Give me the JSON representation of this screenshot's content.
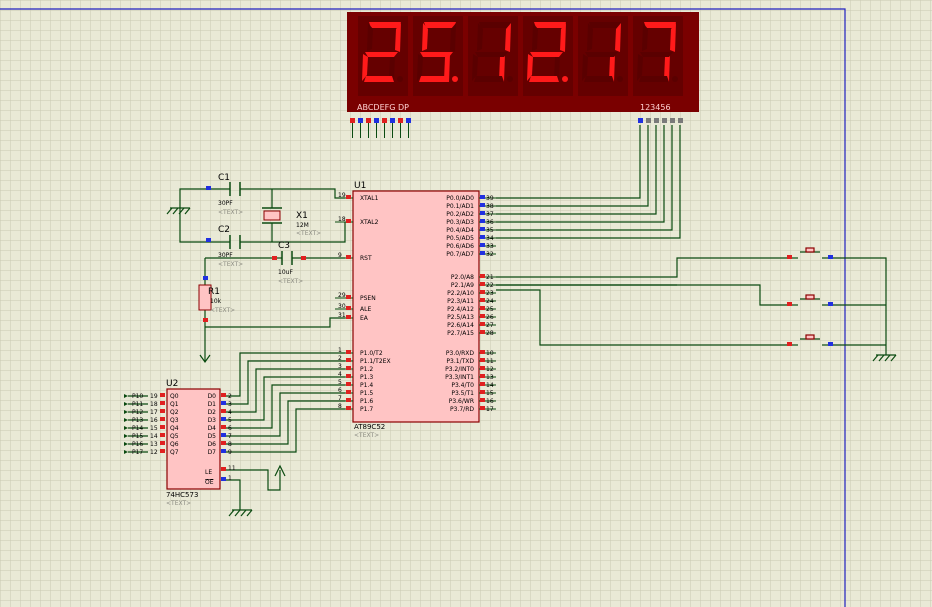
{
  "display": {
    "digits": [
      "2",
      "5",
      "1",
      "2",
      "1",
      "7"
    ],
    "dots": [
      false,
      true,
      false,
      true,
      false,
      false
    ],
    "seg_label": "ABCDEFG  DP",
    "com_label": "123456",
    "seg_color": "#ff1a1a",
    "seg_off_color": "#5a0000",
    "body_color": "#7a0000"
  },
  "mcu": {
    "ref": "U1",
    "part": "AT89C52",
    "text_tag": "<TEXT>",
    "left_pins": [
      {
        "num": "19",
        "name": "XTAL1"
      },
      {
        "num": "18",
        "name": "XTAL2"
      },
      {
        "num": "9",
        "name": "RST"
      },
      {
        "num": "29",
        "name": "PSEN"
      },
      {
        "num": "30",
        "name": "ALE"
      },
      {
        "num": "31",
        "name": "EA"
      },
      {
        "num": "1",
        "name": "P1.0/T2"
      },
      {
        "num": "2",
        "name": "P1.1/T2EX"
      },
      {
        "num": "3",
        "name": "P1.2"
      },
      {
        "num": "4",
        "name": "P1.3"
      },
      {
        "num": "5",
        "name": "P1.4"
      },
      {
        "num": "6",
        "name": "P1.5"
      },
      {
        "num": "7",
        "name": "P1.6"
      },
      {
        "num": "8",
        "name": "P1.7"
      }
    ],
    "right_pins": [
      {
        "num": "39",
        "name": "P0.0/AD0"
      },
      {
        "num": "38",
        "name": "P0.1/AD1"
      },
      {
        "num": "37",
        "name": "P0.2/AD2"
      },
      {
        "num": "36",
        "name": "P0.3/AD3"
      },
      {
        "num": "35",
        "name": "P0.4/AD4"
      },
      {
        "num": "34",
        "name": "P0.5/AD5"
      },
      {
        "num": "33",
        "name": "P0.6/AD6"
      },
      {
        "num": "32",
        "name": "P0.7/AD7"
      },
      {
        "num": "21",
        "name": "P2.0/A8"
      },
      {
        "num": "22",
        "name": "P2.1/A9"
      },
      {
        "num": "23",
        "name": "P2.2/A10"
      },
      {
        "num": "24",
        "name": "P2.3/A11"
      },
      {
        "num": "25",
        "name": "P2.4/A12"
      },
      {
        "num": "26",
        "name": "P2.5/A13"
      },
      {
        "num": "27",
        "name": "P2.6/A14"
      },
      {
        "num": "28",
        "name": "P2.7/A15"
      },
      {
        "num": "10",
        "name": "P3.0/RXD"
      },
      {
        "num": "11",
        "name": "P3.1/TXD"
      },
      {
        "num": "12",
        "name": "P3.2/INT0"
      },
      {
        "num": "13",
        "name": "P3.3/INT1"
      },
      {
        "num": "14",
        "name": "P3.4/T0"
      },
      {
        "num": "15",
        "name": "P3.5/T1"
      },
      {
        "num": "16",
        "name": "P3.6/WR"
      },
      {
        "num": "17",
        "name": "P3.7/RD"
      }
    ]
  },
  "latch": {
    "ref": "U2",
    "part": "74HC573",
    "text_tag": "<TEXT>",
    "inputs": [
      {
        "net": "P10",
        "num": "19",
        "name": "Q0"
      },
      {
        "net": "P11",
        "num": "18",
        "name": "Q1"
      },
      {
        "net": "P12",
        "num": "17",
        "name": "Q2"
      },
      {
        "net": "P13",
        "num": "16",
        "name": "Q3"
      },
      {
        "net": "P14",
        "num": "15",
        "name": "Q4"
      },
      {
        "net": "P15",
        "num": "14",
        "name": "Q5"
      },
      {
        "net": "P16",
        "num": "13",
        "name": "Q6"
      },
      {
        "net": "P17",
        "num": "12",
        "name": "Q7"
      }
    ],
    "outputs": [
      {
        "num": "2",
        "name": "D0"
      },
      {
        "num": "3",
        "name": "D1"
      },
      {
        "num": "4",
        "name": "D2"
      },
      {
        "num": "5",
        "name": "D3"
      },
      {
        "num": "6",
        "name": "D4"
      },
      {
        "num": "7",
        "name": "D5"
      },
      {
        "num": "8",
        "name": "D6"
      },
      {
        "num": "9",
        "name": "D7"
      }
    ],
    "le": {
      "num": "11",
      "name": "LE"
    },
    "oe": {
      "num": "1",
      "name": "OE"
    }
  },
  "components": {
    "c1": {
      "ref": "C1",
      "value": "30PF",
      "tag": "<TEXT>"
    },
    "c2": {
      "ref": "C2",
      "value": "30PF",
      "tag": "<TEXT>"
    },
    "c3": {
      "ref": "C3",
      "value": "10uF",
      "tag": "<TEXT>"
    },
    "x1": {
      "ref": "X1",
      "value": "12M",
      "tag": "<TEXT>"
    },
    "r1": {
      "ref": "R1",
      "value": "10k",
      "tag": "<TEXT>"
    }
  },
  "colors": {
    "wire": "#0a4a10",
    "body": "#ffc4c4",
    "outline": "#8b0000",
    "pin_red": "#e02020",
    "pin_blue": "#2030e0",
    "grid": "#c9c9b3",
    "sheet_border": "#2020c0"
  }
}
